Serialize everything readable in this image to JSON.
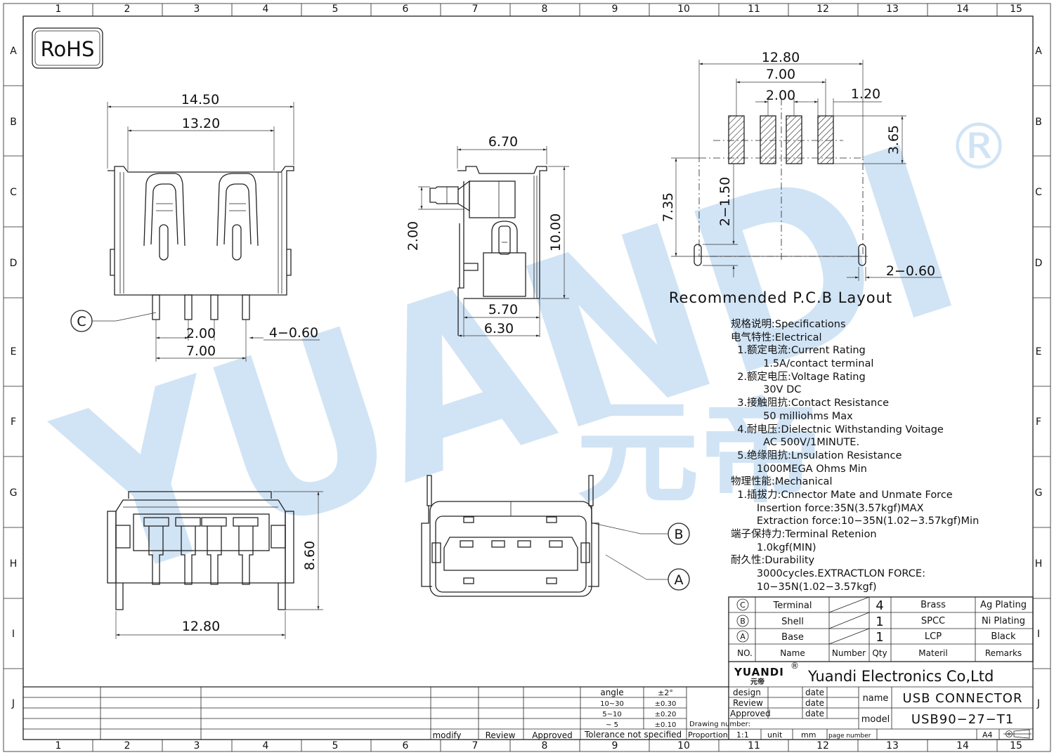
{
  "rohs": "RoHS",
  "registered": "®",
  "watermark": {
    "latin": "YUANDI",
    "chinese": "元帝"
  },
  "grid": {
    "cols": [
      "1",
      "2",
      "3",
      "4",
      "5",
      "6",
      "7",
      "8",
      "9",
      "10",
      "11",
      "12",
      "13",
      "14",
      "15"
    ],
    "rows": [
      "A",
      "B",
      "C",
      "D",
      "E",
      "F",
      "G",
      "H",
      "I",
      "J"
    ]
  },
  "front_view": {
    "d_14_50": "14.50",
    "d_13_20": "13.20",
    "d_2_00": "2.00",
    "d_7_00": "7.00",
    "d_4_060": "4−0.60",
    "callout": "C"
  },
  "side_view": {
    "d_6_70": "6.70",
    "d_2_00": "2.00",
    "d_10_00": "10.00",
    "d_5_70": "5.70",
    "d_6_30": "6.30"
  },
  "pcb": {
    "d_12_80": "12.80",
    "d_7_00": "7.00",
    "d_2_00": "2.00",
    "d_1_20": "1.20",
    "d_3_65": "3.65",
    "d_7_35": "7.35",
    "d_2_150": "2−1.50",
    "d_2_060": "2−0.60",
    "title": "Recommended P.C.B Layout"
  },
  "bottom_view": {
    "d_8_60": "8.60",
    "d_12_80": "12.80"
  },
  "face_view": {
    "callout_b": "B",
    "callout_a": "A"
  },
  "specs": [
    "规格说明:Specifications",
    "电气特性:Electrical",
    "  1.额定电流:Current Rating",
    "          1.5A/contact terminal",
    "  2.额定电压:Voltage Rating",
    "          30V DC",
    "  3.接触阻抗:Contact Resistance",
    "          50 milliohms Max",
    "  4.耐电压:Dielectnic Withstanding Voitage",
    "          AC 500V/1MINUTE.",
    "  5.绝缘阻抗:Lnsulation Resistance",
    "        1000MEGA Ohms Min",
    "物理性能:Mechanical",
    "  1.插拔力:Cnnector Mate and Unmate Force",
    "        Insertion force:35N(3.57kgf)MAX",
    "        Extraction force:10−35N(1.02−3.57kgf)Min",
    "端子保持力:Terminal Retenion",
    "        1.0kgf(MIN)",
    "耐久性:Durability",
    "        3000cycles.EXTRACTLON FORCE:",
    "        10−35N(1.02−3.57kgf)"
  ],
  "bom": {
    "rows": [
      {
        "no": "C",
        "name": "Terminal",
        "qty": "4",
        "material": "Brass",
        "remarks": "Ag Plating"
      },
      {
        "no": "B",
        "name": "Shell",
        "qty": "1",
        "material": "SPCC",
        "remarks": "Ni Plating"
      },
      {
        "no": "A",
        "name": "Base",
        "qty": "1",
        "material": "LCP",
        "remarks": "Black"
      }
    ],
    "header": {
      "no": "NO.",
      "name": "Name",
      "number": "Number",
      "qty": "Qty",
      "material": "Materil",
      "remarks": "Remarks"
    }
  },
  "title_block": {
    "logo_latin": "YUANDI",
    "logo_cn": "元帝",
    "company": "Yuandi Electronics Co,Ltd",
    "design": "design",
    "review": "Review",
    "approved": "Approved",
    "date": "date",
    "name_label": "name",
    "name_value": "USB CONNECTOR",
    "model_label": "model",
    "model_value": "USB90−27−T1",
    "drawing_number": "Drawing number:",
    "proportion": "Proportion",
    "scale": "1:1",
    "unit": "unit",
    "unit_value": "mm",
    "page_number": "page number",
    "paper": "A4"
  },
  "tolerance": {
    "angle_label": "angle",
    "angle_val": "±2°",
    "r1": "10~30",
    "v1": "±0.30",
    "r2": "5~10",
    "v2": "±0.20",
    "r3": "~ 5",
    "v3": "±0.10",
    "footer": "Tolerance not specified"
  },
  "revision": {
    "modify": "modify",
    "review": "Review",
    "approved": "Approved"
  },
  "colors": {
    "watermark_blue": "#cfe3f5",
    "watermark_green": "#d9f2d0"
  }
}
